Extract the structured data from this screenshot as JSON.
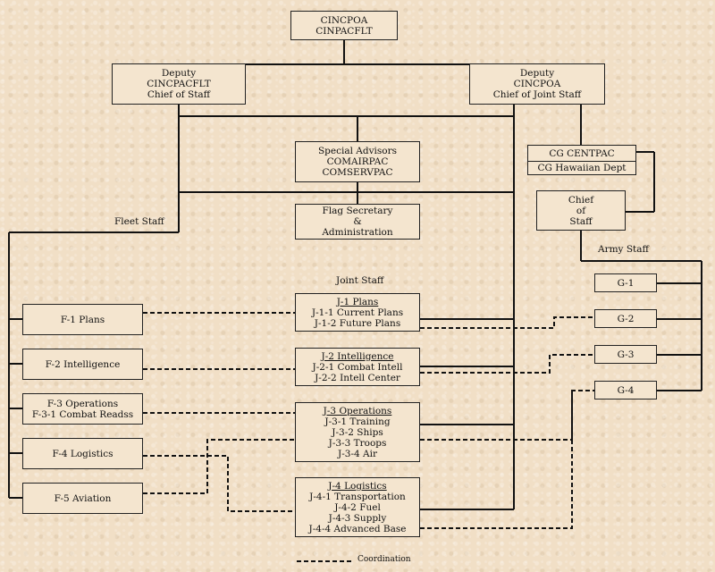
{
  "nodes": {
    "cincpoa": [
      "CINCPOA",
      "CINPACFLT"
    ],
    "deputy_flt": [
      "Deputy",
      "CINCPACFLT",
      "Chief of Staff"
    ],
    "deputy_poa": [
      "Deputy",
      "CINCPOA",
      "Chief of Joint Staff"
    ],
    "special_advisors": [
      "Special Advisors",
      "COMAIRPAC",
      "COMSERVPAC"
    ],
    "flag_secretary": [
      "Flag Secretary",
      "&",
      "Administration"
    ],
    "cg_centpac": "CG CENTPAC",
    "cg_hawaiian": "CG Hawaiian Dept",
    "chief_of_staff": [
      "Chief",
      "of",
      "Staff"
    ],
    "f1": "F-1 Plans",
    "f2": "F-2 Intelligence",
    "f3": [
      "F-3 Operations",
      "F-3-1 Combat Readss"
    ],
    "f4": "F-4 Logistics",
    "f5": "F-5 Aviation",
    "j1": {
      "title": "J-1 Plans",
      "lines": [
        "J-1-1 Current Plans",
        "J-1-2 Future Plans"
      ]
    },
    "j2": {
      "title": "J-2 Intelligence",
      "lines": [
        "J-2-1 Combat Intell",
        "J-2-2 Intell Center"
      ]
    },
    "j3": {
      "title": "J-3 Operations",
      "lines": [
        "J-3-1 Training",
        "J-3-2 Ships",
        "J-3-3 Troops",
        "J-3-4 Air"
      ]
    },
    "j4": {
      "title": "J-4 Logistics",
      "lines": [
        "J-4-1 Transportation",
        "J-4-2 Fuel",
        "J-4-3 Supply",
        "J-4-4 Advanced Base"
      ]
    },
    "g1": "G-1",
    "g2": "G-2",
    "g3": "G-3",
    "g4": "G-4"
  },
  "labels": {
    "fleet_staff": "Fleet Staff",
    "joint_staff": "Joint Staff",
    "army_staff": "Army Staff",
    "legend": "Coordination"
  },
  "colors": {
    "line": "#111111",
    "background": "#f1dfc6",
    "box_fill": "#f4e5cf"
  }
}
